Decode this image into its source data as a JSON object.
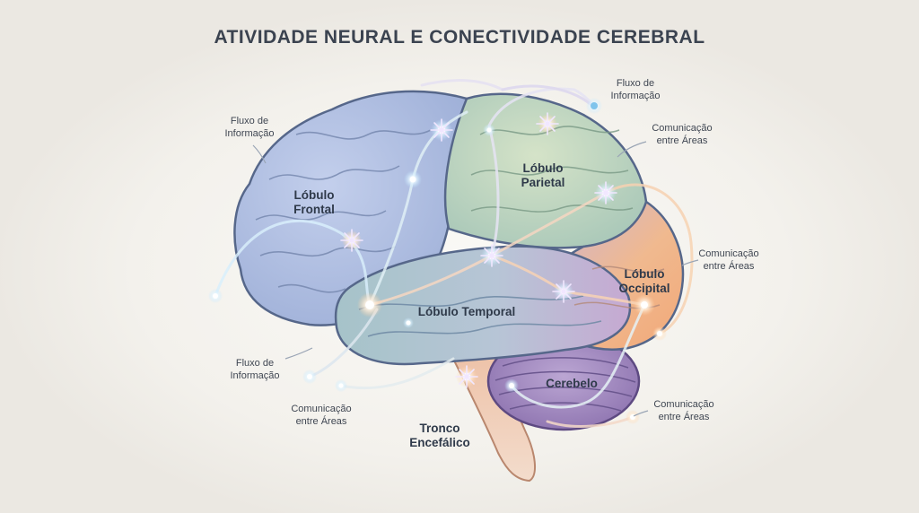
{
  "title": "ATIVIDADE NEURAL E CONECTIVIDADE CEREBRAL",
  "regions": {
    "frontal": [
      "Lóbulo",
      "Frontal"
    ],
    "parietal": [
      "Lóbulo",
      "Parietal"
    ],
    "occipital": [
      "Lóbulo",
      "Occipital"
    ],
    "temporal": "Lóbulo Temporal",
    "cerebelo": "Cerebelo",
    "tronco": [
      "Tronco",
      "Encefálico"
    ]
  },
  "annotations": {
    "fluxo_top_left": [
      "Fluxo de",
      "Informação"
    ],
    "fluxo_top_right": [
      "Fluxo de",
      "Informação"
    ],
    "comunicacao_right_top": [
      "Comunicação",
      "entre Áreas"
    ],
    "comunicacao_right_mid": [
      "Comunicação",
      "entre Áreas"
    ],
    "fluxo_left_bottom": [
      "Fluxo de",
      "Informação"
    ],
    "comunicacao_left_bottom": [
      "Comunicação",
      "entre Áreas"
    ],
    "comunicacao_right_bottom": [
      "Comunicação",
      "entre Áreas"
    ]
  },
  "colors": {
    "frontal": "#a9b9dd",
    "parietal": "#bcd3b4",
    "occipital": "#f1b98c",
    "temporal": "#a9c7bf",
    "cerebelo": "#a993c2",
    "tronco": "#f0ccb4",
    "outline": "#56678a"
  }
}
